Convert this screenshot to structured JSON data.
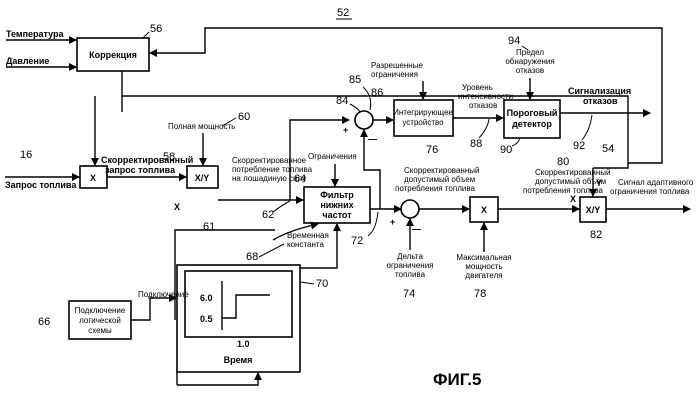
{
  "figure": {
    "title": "ФИГ.5",
    "ref": "52"
  },
  "inputs": {
    "temperature": "Температура",
    "pressure": "Давление",
    "fuel_request": "Запрос топлива",
    "output_signal_1": "Сигнал адаптивного",
    "output_signal_2": "ограничения топлива"
  },
  "blocks": {
    "correction": "Коррекция",
    "mult_x": "X",
    "div_xy": "X/Y",
    "filter_1": "Фильтр",
    "filter_2": "нижних",
    "filter_3": "частот",
    "integrator_1": "Интегрирующее",
    "integrator_2": "устройство",
    "threshold_1": "Пороговый",
    "threshold_2": "детектор",
    "mult_x2": "X",
    "div_xy2": "X/Y",
    "logic_1": "Подключение",
    "logic_2": "логической",
    "logic_3": "схемы",
    "graph_label": "Время",
    "graph_y1": "6.0",
    "graph_y2": "0.5",
    "graph_x": "1.0"
  },
  "labels": {
    "corrected_request_1": "Скорректированный",
    "corrected_request_2": "запрос топлива",
    "full_power": "Полная мощность",
    "corrected_consumption_1": "Скорректированное",
    "corrected_consumption_2": "потребление топлива",
    "corrected_consumption_3": "на лошадиную силу",
    "limits": "Ограничения",
    "allowed_limits_1": "Разрешенные",
    "allowed_limits_2": "ограничения",
    "failure_level_1": "Уровень",
    "failure_level_2": "интенсивности",
    "failure_level_3": "отказов",
    "detection_limit_1": "Предел",
    "detection_limit_2": "обнаружения",
    "detection_limit_3": "отказов",
    "failure_signal_1": "Сигнализация",
    "failure_signal_2": "отказов",
    "corrected_allowed_1": "Скорректированный",
    "corrected_allowed_2": "допустимый объем",
    "corrected_allowed_3": "потребления топлива",
    "corrected_allowed_b1": "Скорректированный",
    "corrected_allowed_b2": "допустимый объем",
    "corrected_allowed_b3": "потребления топлива",
    "time_constant_1": "Временная",
    "time_constant_2": "константа",
    "delta_limit_1": "Дельта",
    "delta_limit_2": "ограничения",
    "delta_limit_3": "топлива",
    "max_power_1": "Максимальная",
    "max_power_2": "мощность",
    "max_power_3": "двигателя",
    "connection": "Подключение",
    "x_side": "X",
    "x_side2": "X",
    "y_side": "Y",
    "plus_a": "+",
    "minus_a": "—",
    "plus_b": "+",
    "minus_b": "—"
  },
  "refs": {
    "r16": "16",
    "r56": "56",
    "r58": "58",
    "r60": "60",
    "r61": "61",
    "r62": "62",
    "r64": "64",
    "r66": "66",
    "r68": "68",
    "r70": "70",
    "r72": "72",
    "r74": "74",
    "r76": "76",
    "r78": "78",
    "r80": "80",
    "r82": "82",
    "r84": "84",
    "r85": "85",
    "r86": "86",
    "r88": "88",
    "r90": "90",
    "r92": "92",
    "r94": "94",
    "r54": "54"
  }
}
